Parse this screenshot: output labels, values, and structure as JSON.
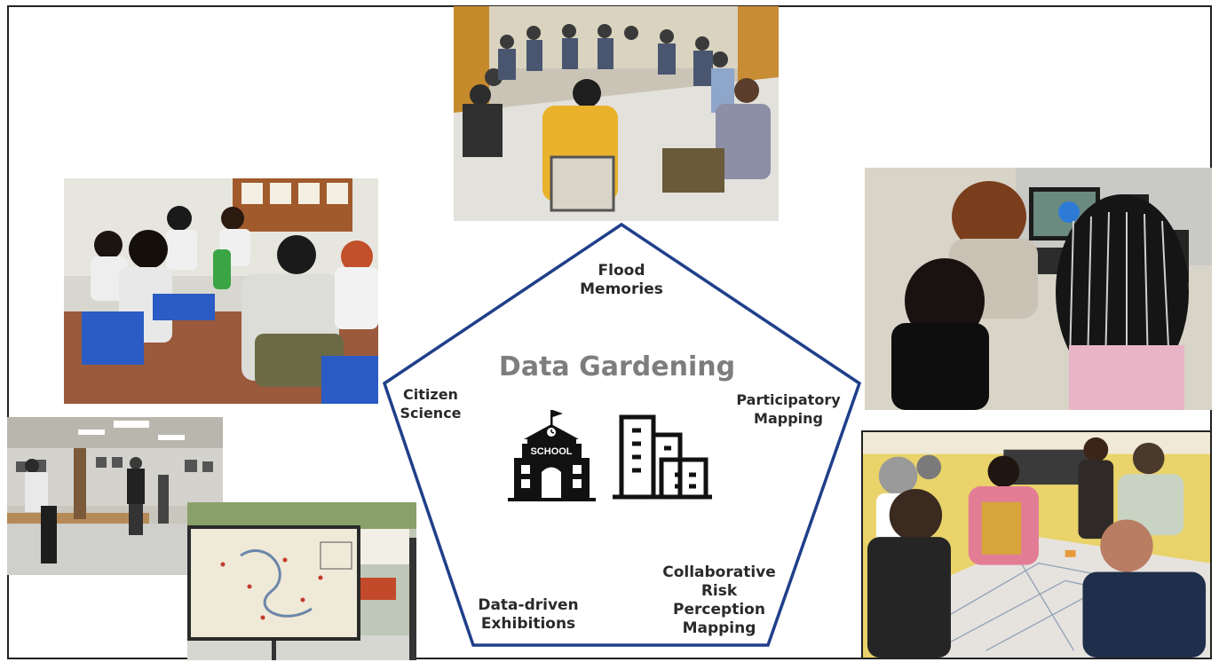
{
  "diagram": {
    "title": "Data Gardening",
    "methods": {
      "flood_memories": "Flood\nMemories",
      "participatory_mapping": "Participatory\nMapping",
      "collaborative_risk": "Collaborative\nRisk\nPerception\nMapping",
      "data_driven_exhibitions": "Data-driven\nExhibitions",
      "citizen_science": "Citizen\nScience"
    },
    "icons": {
      "school_label": "SCHOOL",
      "school": "school-building-icon",
      "city": "city-buildings-icon"
    },
    "colors": {
      "pentagon_stroke": "#1f3f8a",
      "title": "#7d7d7d"
    }
  }
}
